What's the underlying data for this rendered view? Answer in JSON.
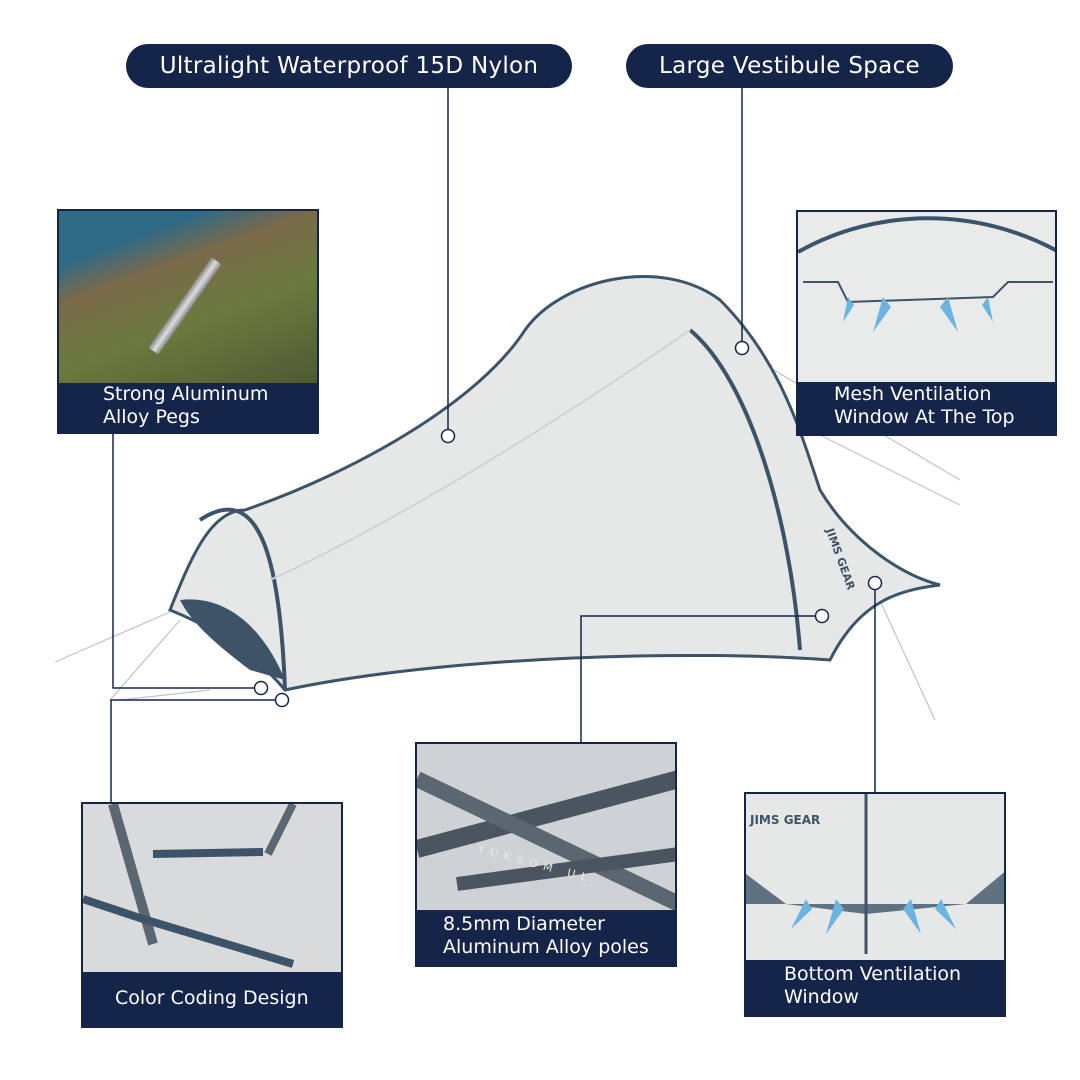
{
  "callouts": {
    "top_left_pill": "Ultralight Waterproof 15D Nylon",
    "top_right_pill": "Large Vestibule Space"
  },
  "panels": {
    "pegs": {
      "line1": "Strong Aluminum",
      "line2": "Alloy Pegs"
    },
    "mesh": {
      "line1": "Mesh Ventilation",
      "line2": "Window At The Top"
    },
    "color_coding": {
      "line1": "Color Coding Design"
    },
    "poles": {
      "line1": "8.5mm Diameter",
      "line2": "Aluminum Alloy poles",
      "pole_print": "YUKSOM UL"
    },
    "bottom_vent": {
      "line1": "Bottom Ventilation",
      "line2": "Window"
    }
  },
  "brand_logo": "JIMS GEAR",
  "colors": {
    "navy": "#15254a",
    "tent_body": "#e4e6e6",
    "tent_trim": "#3d5468",
    "arrow": "#6bb3e0"
  }
}
